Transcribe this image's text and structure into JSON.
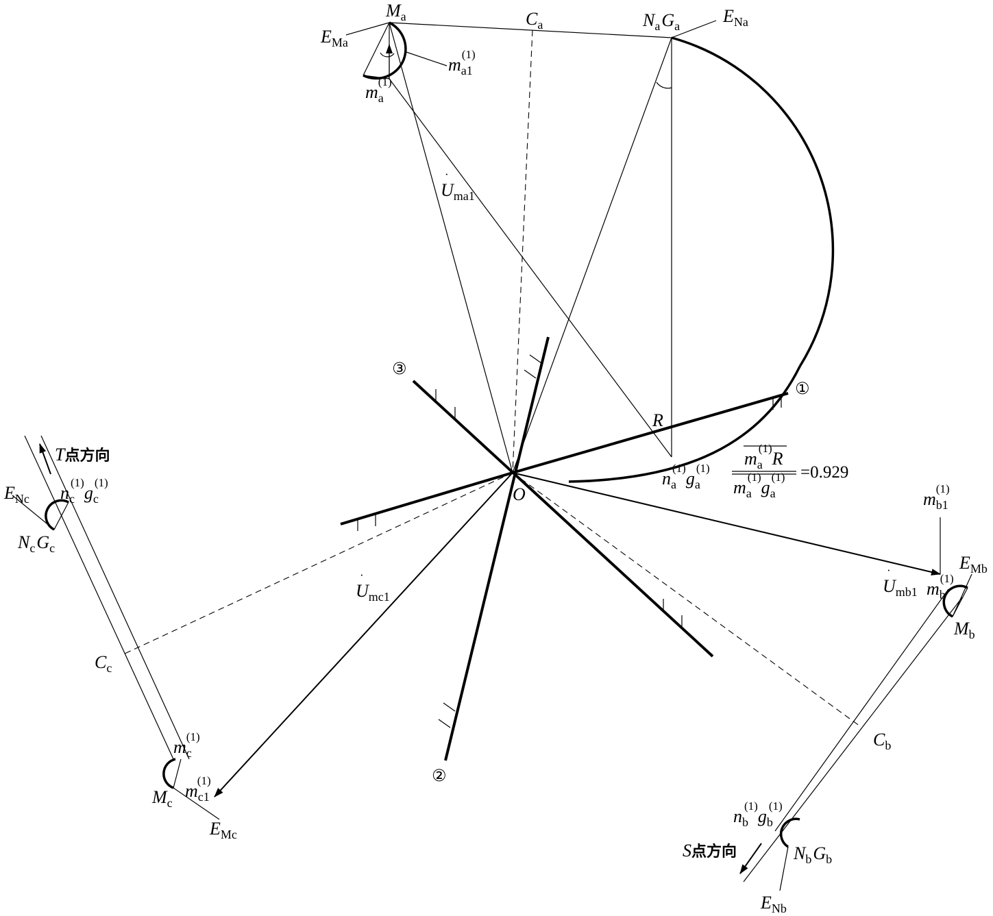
{
  "labels": {
    "Ma": {
      "main": "M",
      "sub": "a"
    },
    "Ca": {
      "main": "C",
      "sub": "a"
    },
    "NaGa": {
      "m1": "N",
      "s1": "a",
      "m2": "G",
      "s2": "a"
    },
    "ENa": {
      "main": "E",
      "sub": "Na"
    },
    "EMa": {
      "main": "E",
      "sub": "Ma"
    },
    "ma1": {
      "main": "m",
      "sub": "a1",
      "sup": "(1)"
    },
    "ma": {
      "main": "m",
      "sub": "a",
      "sup": "(1)"
    },
    "Uma1": {
      "main": "U",
      "sub": "ma1",
      "dot": "·"
    },
    "R": "R",
    "na_ga": {
      "m1": "n",
      "s1": "a",
      "p1": "(1)",
      "m2": "g",
      "s2": "a",
      "p2": "(1)"
    },
    "ratio": {
      "num_m": "m",
      "num_s": "a",
      "num_p": "(1)",
      "num_r": "R",
      "den_m1": "m",
      "den_s1": "a",
      "den_p1": "(1)",
      "den_m2": "g",
      "den_s2": "a",
      "den_p2": "(1)",
      "value": "=0.929"
    },
    "O": "O",
    "c1": "①",
    "c2": "②",
    "c3": "③",
    "T_dir": {
      "letter": "T",
      "text": "点方向"
    },
    "S_dir": {
      "letter": "S",
      "text": "点方向"
    },
    "ENc": {
      "main": "E",
      "sub": "Nc"
    },
    "nc_gc": {
      "m1": "n",
      "s1": "c",
      "p1": "(1)",
      "m2": "g",
      "s2": "c",
      "p2": "(1)"
    },
    "NcGc": {
      "m1": "N",
      "s1": "c",
      "m2": "G",
      "s2": "c"
    },
    "Cc": {
      "main": "C",
      "sub": "c"
    },
    "mc": {
      "main": "m",
      "sub": "c",
      "sup": "(1)"
    },
    "Mc": {
      "main": "M",
      "sub": "c"
    },
    "mc1": {
      "main": "m",
      "sub": "c1",
      "sup": "(1)"
    },
    "EMc": {
      "main": "E",
      "sub": "Mc"
    },
    "Umc1": {
      "main": "U",
      "sub": "mc1",
      "dot": "·"
    },
    "mb1": {
      "main": "m",
      "sub": "b1",
      "sup": "(1)"
    },
    "EMb": {
      "main": "E",
      "sub": "Mb"
    },
    "Umb1": {
      "main": "U",
      "sub": "mb1",
      "dot": "·"
    },
    "mb": {
      "main": "m",
      "sub": "b",
      "sup": "(1)"
    },
    "Mb": {
      "main": "M",
      "sub": "b"
    },
    "Cb": {
      "main": "C",
      "sub": "b"
    },
    "nb_gb": {
      "m1": "n",
      "s1": "b",
      "p1": "(1)",
      "m2": "g",
      "s2": "b",
      "p2": "(1)"
    },
    "NbGb": {
      "m1": "N",
      "s1": "b",
      "m2": "G",
      "s2": "b"
    },
    "ENb": {
      "main": "E",
      "sub": "Nb"
    }
  }
}
